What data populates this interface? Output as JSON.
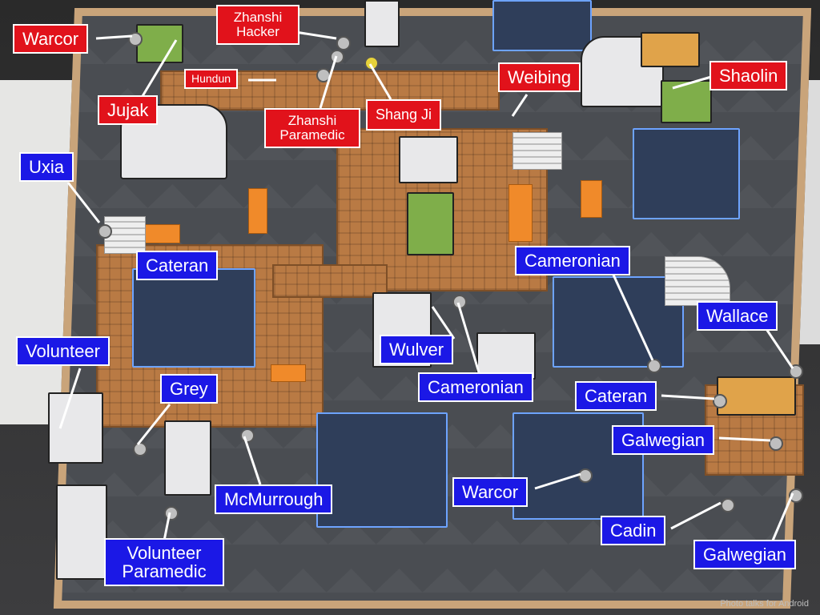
{
  "labels": {
    "warcor_red": "Warcor",
    "zhanshi_hacker": "Zhanshi Hacker",
    "hundun": "Hundun",
    "jujak": "Jujak",
    "zhanshi_paramedic": "Zhanshi Paramedic",
    "shang_ji": "Shang Ji",
    "weibing": "Weibing",
    "shaolin": "Shaolin",
    "uxia": "Uxia",
    "cateran_left": "Cateran",
    "volunteer": "Volunteer",
    "grey": "Grey",
    "mcmurrough": "McMurrough",
    "volunteer_paramedic": "Volunteer Paramedic",
    "cameronian_top": "Cameronian",
    "wulver": "Wulver",
    "cameronian_bottom": "Cameronian",
    "wallace": "Wallace",
    "cateran_right": "Cateran",
    "galwegian_top": "Galwegian",
    "warcor_blue": "Warcor",
    "cadin": "Cadin",
    "galwegian_bottom": "Galwegian"
  },
  "colors": {
    "red_team": "#e1121b",
    "blue_team": "#1b18e6",
    "label_border": "#ffffff",
    "leader_line": "#ffffff"
  },
  "watermark": "Photo talks for Android"
}
